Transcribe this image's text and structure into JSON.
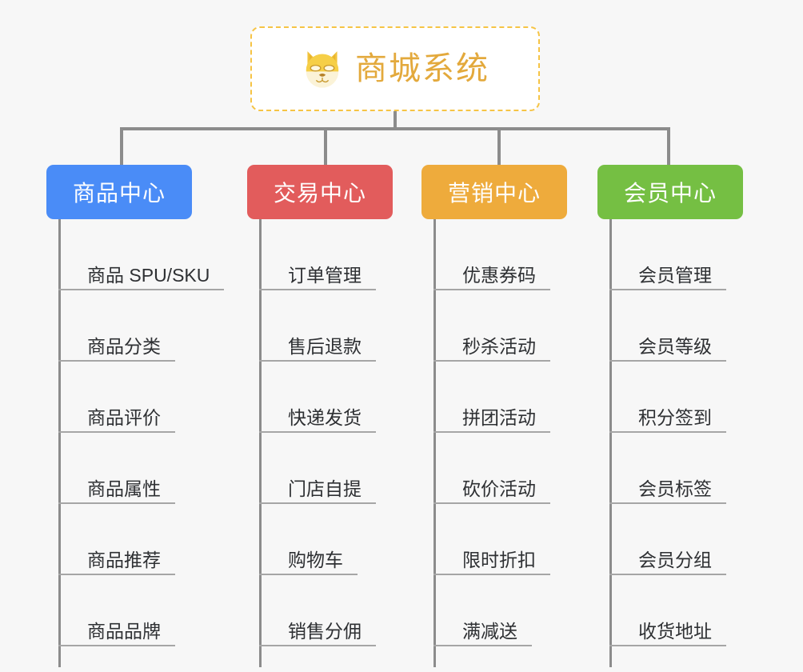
{
  "diagram": {
    "type": "org-tree",
    "background_color": "#f7f7f7",
    "root": {
      "title": "商城系统",
      "icon": "dog-face-icon",
      "border_color": "#f6c445",
      "text_color": "#e3a93c",
      "background_color": "#ffffff"
    },
    "connector_color": "#8c8c8c",
    "leaf_rule_color": "#a6a6a6",
    "leaf_text_color": "#2e3033",
    "branches": [
      {
        "label": "商品中心",
        "color": "#4a8cf7",
        "items": [
          "商品 SPU/SKU",
          "商品分类",
          "商品评价",
          "商品属性",
          "商品推荐",
          "商品品牌"
        ]
      },
      {
        "label": "交易中心",
        "color": "#e25c5c",
        "items": [
          "订单管理",
          "售后退款",
          "快递发货",
          "门店自提",
          "购物车",
          "销售分佣"
        ]
      },
      {
        "label": "营销中心",
        "color": "#eeab3c",
        "items": [
          "优惠券码",
          "秒杀活动",
          "拼团活动",
          "砍价活动",
          "限时折扣",
          "满减送"
        ]
      },
      {
        "label": "会员中心",
        "color": "#75bf43",
        "items": [
          "会员管理",
          "会员等级",
          "积分签到",
          "会员标签",
          "会员分组",
          "收货地址"
        ]
      }
    ]
  }
}
